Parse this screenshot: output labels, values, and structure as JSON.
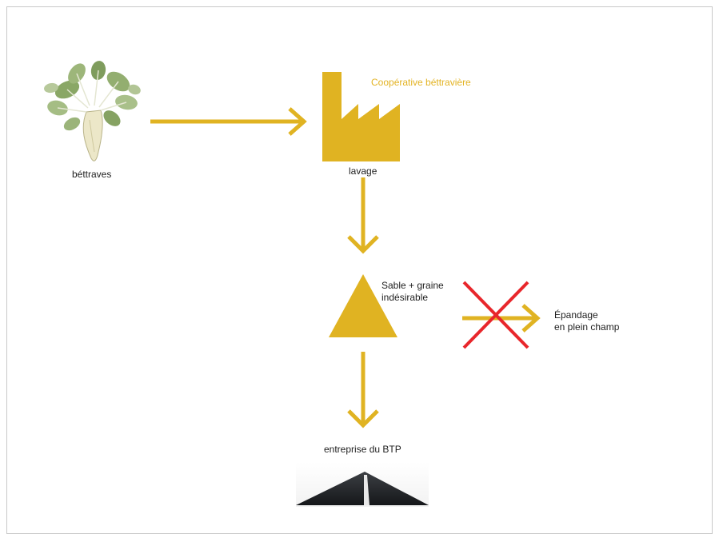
{
  "colors": {
    "accent": "#e0b322",
    "cross": "#e8262b",
    "text": "#1e1e1e",
    "frame": "#c8c8c8"
  },
  "icons": {
    "beet": "sugar-beet-icon",
    "factory": "factory-icon",
    "pile": "sand-pile-icon",
    "road": "road-icon",
    "cross": "red-cross-icon"
  },
  "nodes": {
    "beets_label": "béttraves",
    "cooperative_label": "Coopérative béttravière",
    "washing_label": "lavage",
    "sand_label_line1": "Sable + graine",
    "sand_label_line2": "indésirable",
    "spreading_label_line1": "Épandage",
    "spreading_label_line2": "en plein champ",
    "btp_label": "entreprise du BTP"
  }
}
